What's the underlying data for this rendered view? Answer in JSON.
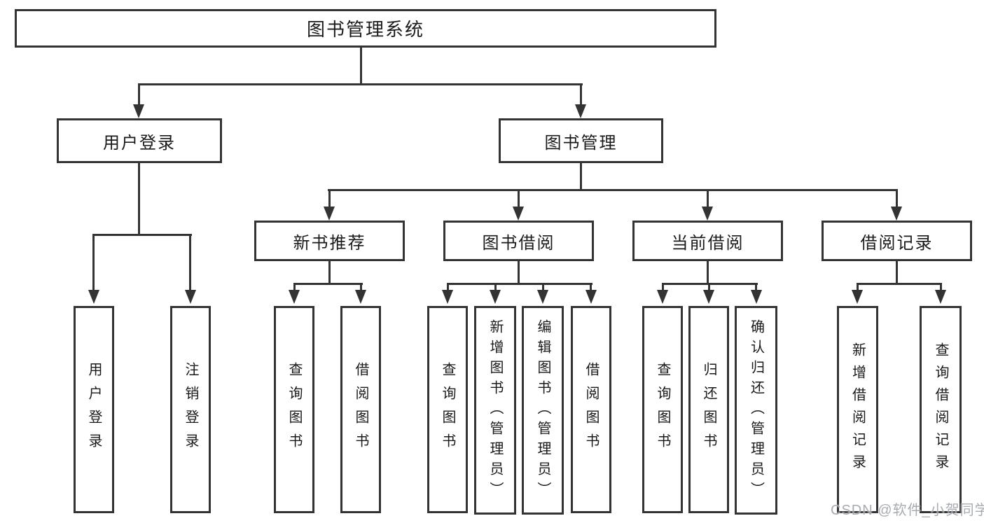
{
  "tree": {
    "label": "图书管理系统",
    "children": [
      {
        "label": "用户登录",
        "children": [
          {
            "label": "用户登录"
          },
          {
            "label": "注销登录"
          }
        ]
      },
      {
        "label": "图书管理",
        "children": [
          {
            "label": "新书推荐",
            "children": [
              {
                "label": "查询图书"
              },
              {
                "label": "借阅图书"
              }
            ]
          },
          {
            "label": "图书借阅",
            "children": [
              {
                "label": "查询图书"
              },
              {
                "label": "新增图书（管理员）"
              },
              {
                "label": "编辑图书（管理员）"
              },
              {
                "label": "借阅图书"
              }
            ]
          },
          {
            "label": "当前借阅",
            "children": [
              {
                "label": "查询图书"
              },
              {
                "label": "归还图书"
              },
              {
                "label": "确认归还（管理员）"
              }
            ]
          },
          {
            "label": "借阅记录",
            "children": [
              {
                "label": "新增借阅记录"
              },
              {
                "label": "查询借阅记录"
              }
            ]
          }
        ]
      }
    ]
  },
  "watermark": {
    "text": "CSDN @软件_小贺同学"
  },
  "colors": {
    "line": "#333333",
    "text": "#1a1a1a",
    "watermark": "#a2a4ac",
    "background": "#ffffff"
  }
}
